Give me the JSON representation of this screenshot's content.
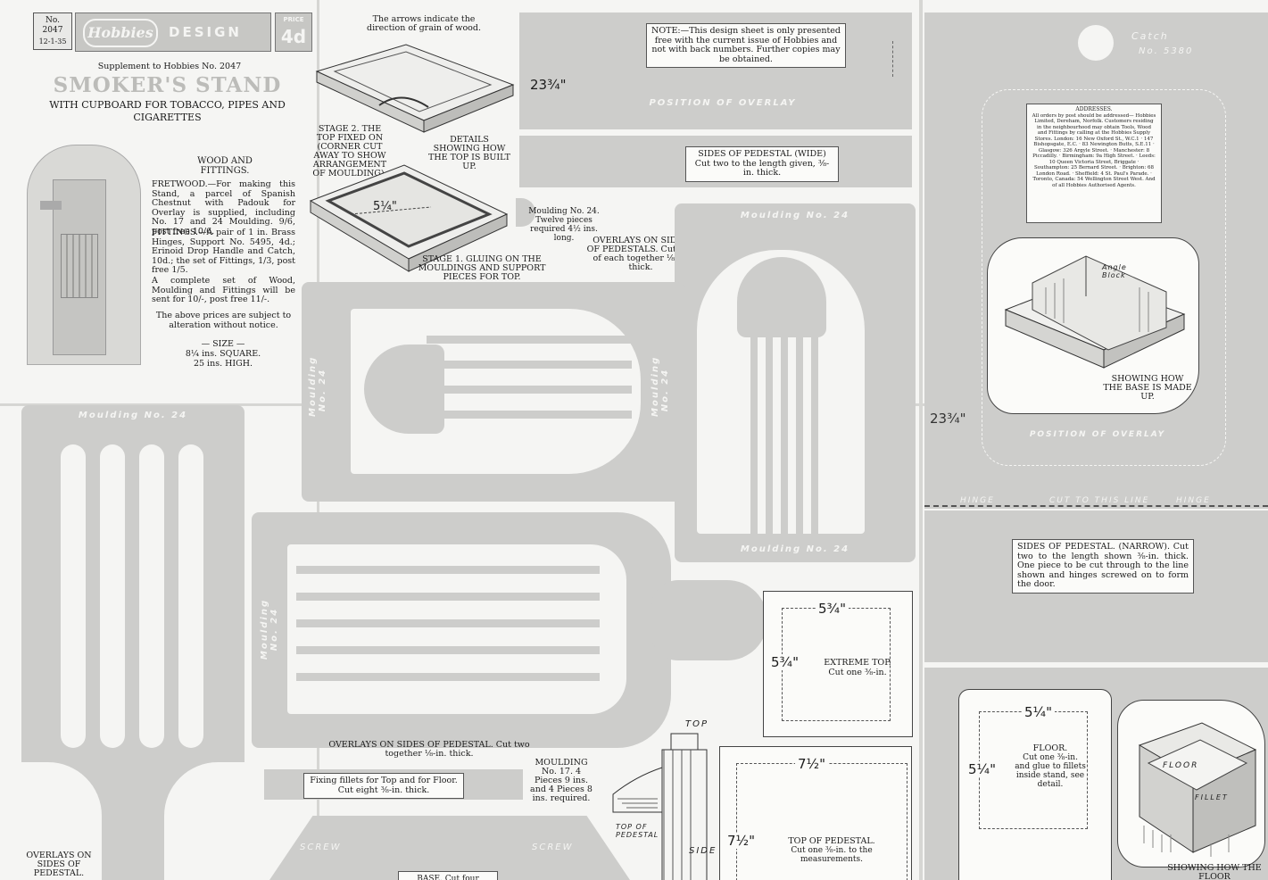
{
  "header": {
    "no_label": "No.",
    "no_value": "2047",
    "date": "12-1-35",
    "brand": "Hobbies",
    "design": "DESIGN",
    "price_label": "PRICE",
    "price_value": "4d"
  },
  "title": {
    "supplement": "Supplement to Hobbies No. 2047",
    "main": "SMOKER'S STAND",
    "sub_line1": "WITH CUPBOARD FOR TOBACCO, PIPES AND",
    "sub_line2": "CIGARETTES"
  },
  "wood": {
    "heading1": "WOOD AND",
    "heading2": "FITTINGS.",
    "fretwood": "FRETWOOD.—For making this Stand, a parcel of Spanish Chestnut with Padouk for Overlay is supplied, including No. 17 and 24 Moulding. 9/6, post free 10/6.",
    "fittings": "FITTINGS.—A pair of 1 in. Brass Hinges, Support No. 5495, 4d.; Erinoid Drop Handle and Catch, 10d.; the set of Fittings, 1/3, post free 1/5.",
    "complete": "A complete set of Wood, Moulding and Fittings will be sent for 10/-, post free 11/-.",
    "prices": "The above prices are subject to alteration without notice.",
    "size_heading": "— SIZE —",
    "size_line1": "8¼ ins. SQUARE.",
    "size_line2": "25 ins. HIGH."
  },
  "arrows_note_line1": "The arrows indicate the",
  "arrows_note_line2": "direction of grain of wood.",
  "stage2": "STAGE 2. THE TOP FIXED ON (CORNER CUT AWAY TO SHOW ARRANGEMENT OF MOULDING).",
  "details": "DETAILS SHOWING HOW THE TOP IS BUILT UP.",
  "stage1": "STAGE 1. GLUING ON THE MOULDINGS AND SUPPORT PIECES FOR TOP.",
  "dim_inner": "5¼\"",
  "moulding24_note": "Moulding No. 24. Twelve pieces required 4½ ins. long.",
  "overlays_note": "OVERLAYS ON SIDES OF PEDESTALS. Cut two of each together ⅛-in. thick.",
  "note_box": "NOTE:—This design sheet is only presented free with the current issue of Hobbies and not with back numbers. Further copies may be obtained.",
  "dim_2334_a": "23¾\"",
  "position_overlay": "POSITION OF OVERLAY",
  "sides_wide": "SIDES OF PEDESTAL (WIDE) Cut two to the length given, ⅜-in. thick.",
  "moulding_label": "Moulding No. 24",
  "catch_label": "Catch",
  "catch_no": "No. 5380",
  "addresses": {
    "heading": "ADDRESSES.",
    "body": "All orders by post should be addressed— Hobbies Limited, Dereham, Norfolk. Customers residing in the neighbourhood may obtain Tools, Wood and Fittings by calling at the Hobbies Supply Stores. London: 16 New Oxford St., W.C.1 · 147 Bishopsgate, E.C. · 83 Newington Butts, S.E.11 · Glasgow: 326 Argyle Street. · Manchester: 8 Piccadilly. · Birmingham: 9a High Street. · Leeds: 10 Queen Victoria Street, Briggate · Southampton: 25 Bernard Street. · Brighton: 68 London Road. · Sheffield: 4 St. Paul's Parade. · Toronto, Canada: 54 Wellington Street West. And of all Hobbies Authorised Agents."
  },
  "angle_block": "Angle Block",
  "base_note": "SHOWING HOW THE BASE IS MADE UP.",
  "dim_2334_b": "23¾\"",
  "position_overlay_b": "POSITION OF OVERLAY",
  "hinge_a": "HINGE",
  "cut_line": "CUT TO THIS LINE",
  "hinge_b": "HINGE",
  "sides_narrow": "SIDES OF PEDESTAL. (NARROW). Cut two to the length shown ⅜-in. thick. One piece to be cut through to the line shown and hinges screwed on to form the door.",
  "extreme_top": {
    "dim_h": "5¾\"",
    "dim_v": "5¾\"",
    "label": "EXTREME TOP.",
    "cut": "Cut one ⅜-in."
  },
  "overlays_bottom": "OVERLAYS ON SIDES OF PEDESTAL. Cut two together ⅛-in. thick.",
  "fillets": "Fixing fillets for Top and for Floor. Cut eight ⅜-in. thick.",
  "moulding17": "MOULDING No. 17. 4 Pieces 9 ins. and 4 Pieces 8 ins. required.",
  "section": {
    "top": "TOP",
    "top_of_pedestal": "TOP OF PEDESTAL",
    "side": "SIDE"
  },
  "top_pedestal": {
    "dim_h": "7½\"",
    "dim_v": "7½\"",
    "label": "TOP OF PEDESTAL.",
    "cut": "Cut one ⅜-in. to the measurements."
  },
  "floor": {
    "dim_h": "5¼\"",
    "dim_v": "5¼\"",
    "label": "FLOOR.",
    "cut": "Cut one ⅜-in. and glue to fillets inside stand, see detail."
  },
  "floor_drawing": {
    "floor": "FLOOR",
    "fillet": "FILLET"
  },
  "showing_floor": "SHOWING HOW THE FLOOR",
  "overlays_left": "OVERLAYS ON SIDES OF PEDESTAL.",
  "screw": "SCREW",
  "base_label": "BASE. Cut four"
}
